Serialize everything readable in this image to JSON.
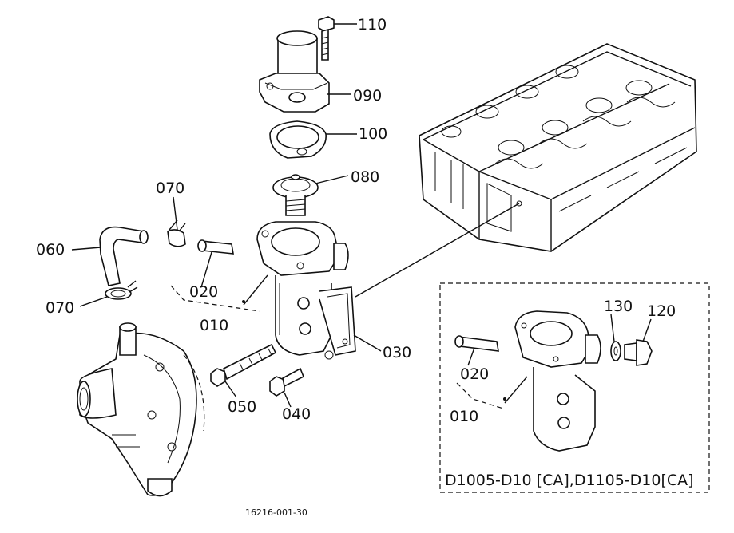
{
  "labels": {
    "p110": "110",
    "p090": "090",
    "p100": "100",
    "p080": "080",
    "p070a": "070",
    "p060": "060",
    "p070b": "070",
    "p020": "020",
    "p010": "010",
    "p030": "030",
    "p050": "050",
    "p040": "040",
    "p130": "130",
    "p120": "120",
    "p020i": "020",
    "p010i": "010"
  },
  "inset": {
    "title": "D1005-D10 [CA],D1105-D10[CA]"
  },
  "figure_number": "16216-001-30"
}
